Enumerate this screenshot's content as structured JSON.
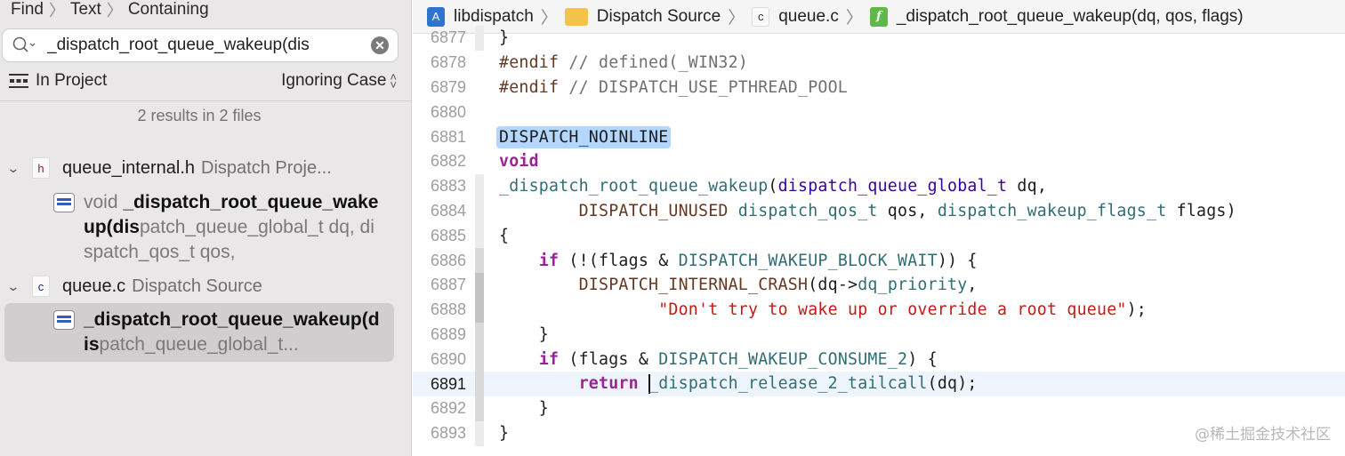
{
  "find_navigator": {
    "breadcrumb": [
      "Find",
      "Text",
      "Containing"
    ],
    "search": {
      "value": "_dispatch_root_queue_wakeup(dis",
      "placeholder": ""
    },
    "scope_label": "In Project",
    "case_option": "Ignoring Case",
    "summary": "2 results in 2 files",
    "results": [
      {
        "file": "queue_internal.h",
        "file_icon": "h",
        "project": "Dispatch Proje...",
        "match": {
          "prefix": "void ",
          "bold": "_dispatch_root_queue_wakeup(dis",
          "suffix": "patch_queue_global_t dq, dispatch_qos_t qos,"
        }
      },
      {
        "file": "queue.c",
        "file_icon": "c",
        "project": "Dispatch Source",
        "match": {
          "prefix": "",
          "bold": "_dispatch_root_queue_wakeup(dis",
          "suffix": "patch_queue_global_t..."
        },
        "selected": true
      }
    ]
  },
  "jump_bar": {
    "items": [
      {
        "icon": "project-icon",
        "label": "libdispatch"
      },
      {
        "icon": "folder-icon",
        "label": "Dispatch Source"
      },
      {
        "icon": "c-file-icon",
        "label": "queue.c"
      },
      {
        "icon": "function-icon",
        "label": "_dispatch_root_queue_wakeup(dq, qos, flags)"
      }
    ]
  },
  "editor": {
    "current_line": 6891,
    "line_numbers": [
      "6877",
      "6878",
      "6879",
      "6880",
      "6881",
      "6882",
      "6883",
      "6884",
      "6885",
      "6886",
      "6887",
      "6888",
      "6889",
      "6890",
      "6891",
      "6892",
      "6893"
    ],
    "lines": {
      "l6877": "}",
      "l6878_pp": "#endif",
      "l6878_cm": " // defined(_WIN32)",
      "l6879_pp": "#endif",
      "l6879_cm": " // DISPATCH_USE_PTHREAD_POOL",
      "l6881": "DISPATCH_NOINLINE",
      "l6882": "void",
      "l6883_fn": "_dispatch_root_queue_wakeup",
      "l6883_p1": "(",
      "l6883_ty": "dispatch_queue_global_t",
      "l6883_p2": " dq,",
      "l6884_indent": "        ",
      "l6884_mac": "DISPATCH_UNUSED",
      "l6884_ty1": " dispatch_qos_t",
      "l6884_p1": " qos, ",
      "l6884_ty2": "dispatch_wakeup_flags_t",
      "l6884_p2": " flags)",
      "l6885": "{",
      "l6886_indent": "    ",
      "l6886_kw": "if",
      "l6886_p1": " (!(flags & ",
      "l6886_mcn": "DISPATCH_WAKEUP_BLOCK_WAIT",
      "l6886_p2": ")) {",
      "l6887_indent": "        ",
      "l6887_mac": "DISPATCH_INTERNAL_CRASH",
      "l6887_p1": "(dq->",
      "l6887_mcn": "dq_priority",
      "l6887_p2": ",",
      "l6888_indent": "                ",
      "l6888_str": "\"Don't try to wake up or override a root queue\"",
      "l6888_p": ");",
      "l6889": "    }",
      "l6890_indent": "    ",
      "l6890_kw": "if",
      "l6890_p1": " (flags & ",
      "l6890_mcn": "DISPATCH_WAKEUP_CONSUME_2",
      "l6890_p2": ") {",
      "l6891_indent": "        ",
      "l6891_kw": "return",
      "l6891_sp": " ",
      "l6891_fn": "_dispatch_release_2_tailcall",
      "l6891_p": "(dq);",
      "l6892": "    }",
      "l6893": "}"
    }
  },
  "watermark": "@稀土掘金技术社区"
}
